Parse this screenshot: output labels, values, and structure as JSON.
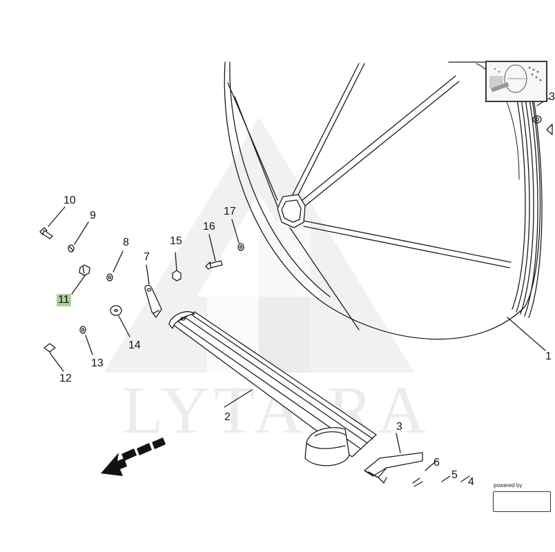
{
  "watermark": {
    "text": "LYTA RA"
  },
  "callouts": [
    {
      "id": "1",
      "label": "1"
    },
    {
      "id": "2",
      "label": "2"
    },
    {
      "id": "3",
      "label": "3"
    },
    {
      "id": "4",
      "label": "4"
    },
    {
      "id": "5",
      "label": "5"
    },
    {
      "id": "6",
      "label": "6"
    },
    {
      "id": "7",
      "label": "7"
    },
    {
      "id": "8",
      "label": "8"
    },
    {
      "id": "9",
      "label": "9"
    },
    {
      "id": "10",
      "label": "10"
    },
    {
      "id": "11",
      "label": "11",
      "highlighted": true
    },
    {
      "id": "12",
      "label": "12"
    },
    {
      "id": "13",
      "label": "13"
    },
    {
      "id": "14",
      "label": "14"
    },
    {
      "id": "15",
      "label": "15"
    },
    {
      "id": "16",
      "label": "16"
    },
    {
      "id": "17",
      "label": "17"
    },
    {
      "id": "3-cut",
      "label": "3"
    }
  ],
  "powered_by": {
    "label": "powered by"
  },
  "colors": {
    "highlight": "#a9cf9d",
    "line": "#1a1a1a",
    "watermark": "#efefef"
  },
  "icons": {
    "direction": "direction-arrow-icon",
    "thumbnail": "overview-thumbnail"
  }
}
